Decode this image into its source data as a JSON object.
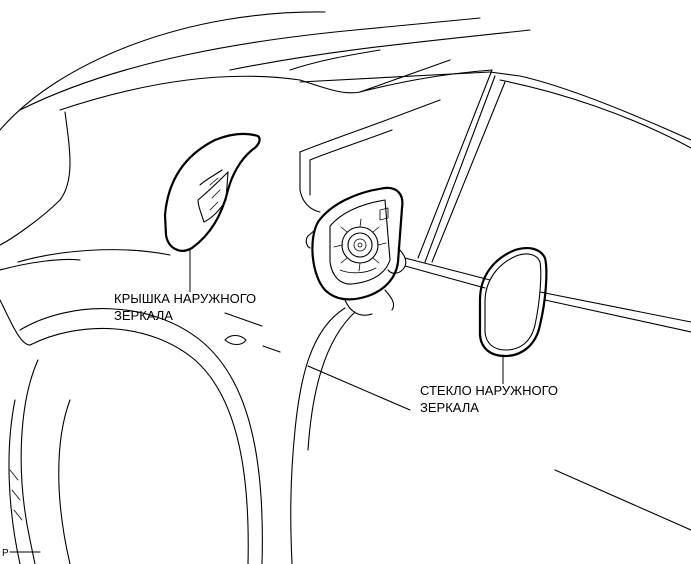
{
  "labels": {
    "mirror_cover": {
      "line1": "КРЫШКА НАРУЖНОГО",
      "line2": "ЗЕРКАЛА"
    },
    "mirror_glass": {
      "line1": "СТЕКЛО НАРУЖНОГО",
      "line2": "ЗЕРКАЛА"
    }
  },
  "figure_code": "P"
}
